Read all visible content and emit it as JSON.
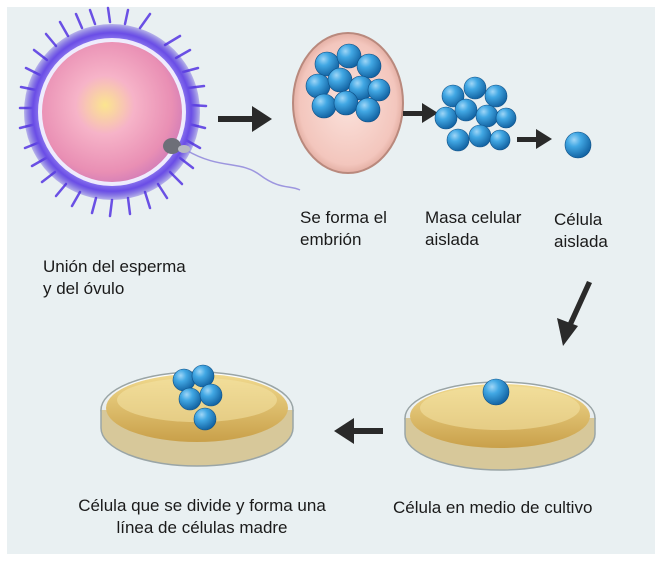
{
  "labels": {
    "union": [
      "Unión del esperma",
      "y del óvulo"
    ],
    "embryo": [
      "Se forma el",
      "embrión"
    ],
    "cell_mass": [
      "Masa celular",
      "aislada"
    ],
    "isolated_cell": [
      "Célula",
      "aislada"
    ],
    "culture": [
      "Célula en medio de cultivo"
    ],
    "stem_line": [
      "Célula que se divide y forma una",
      "línea de células madre"
    ]
  },
  "colors": {
    "background_panel": "#e9f0f2",
    "egg_halo": "#5a3de0",
    "egg_core": "#f4b7c9",
    "embryo_body": "#f8d6cf",
    "cell_blue": "#2b8fd0",
    "dish_medium": "#e5c56f",
    "arrow": "#2a2a2a"
  },
  "icons": {
    "arrow": "arrow-icon"
  }
}
